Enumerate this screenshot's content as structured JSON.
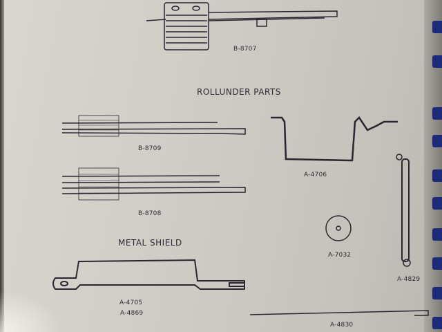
{
  "headings": {
    "rollunder": "ROLLUNDER PARTS",
    "metal_shield": "METAL SHIELD"
  },
  "parts": {
    "b8707": "B-8707",
    "b8709": "B-8709",
    "b8708": "B-8708",
    "a4706": "A-4706",
    "a7032": "A-7032",
    "a4829": "A-4829",
    "a4705": "A-4705",
    "a4869": "A-4869",
    "a4830": "A-4830"
  },
  "colors": {
    "ink": "#2a2530",
    "paper": "#cfcec6",
    "binding": "#1d2a7a"
  }
}
